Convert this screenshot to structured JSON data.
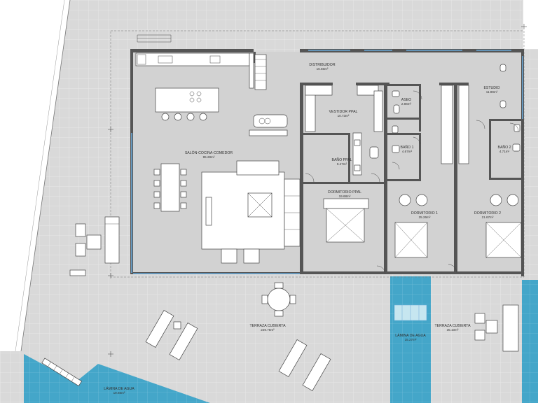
{
  "colors": {
    "floor": "#d9d9d9",
    "grid": "#ebebeb",
    "water": "#44a6c9",
    "water_grid": "#7fc5de",
    "wall": "#555555",
    "window": "#6aa9d8"
  },
  "rooms": {
    "distribuidor": {
      "name": "DISTRIBUIDOR",
      "area": "16.55m²"
    },
    "salon": {
      "name": "SALÓN-COCINA-COMEDOR",
      "area": "95.28m²"
    },
    "vestidor": {
      "name": "VESTIDOR PPAL",
      "area": "10.73m²"
    },
    "aseo": {
      "name": "ASEO",
      "area": "2.86m²"
    },
    "estudio": {
      "name": "ESTUDIO",
      "area": "11.99m²"
    },
    "bano_ppal": {
      "name": "BAÑO PPAL",
      "area": "9.47m²"
    },
    "bano1": {
      "name": "BAÑO 1",
      "area": "4.67m²"
    },
    "bano2": {
      "name": "BAÑO 2",
      "area": "4.71m²"
    },
    "dormitorio_ppal": {
      "name": "DORMITORIO PPAL",
      "area": "19.68m²"
    },
    "dormitorio1": {
      "name": "DORMITORIO 1",
      "area": "25.26m²"
    },
    "dormitorio2": {
      "name": "DORMITORIO 2",
      "area": "21.67m²"
    },
    "terraza": {
      "name": "TERRAZA CUBIERTA",
      "area": "229.78m²"
    },
    "lamina_centro": {
      "name": "LÁMINA DE AGUA",
      "area": "15.27m²"
    },
    "terraza2": {
      "name": "TERRAZA CUBIERTA",
      "area": "35.10m²"
    },
    "lamina_izq": {
      "name": "LÁMINA DE AGUA",
      "area": "19.66m²"
    }
  }
}
